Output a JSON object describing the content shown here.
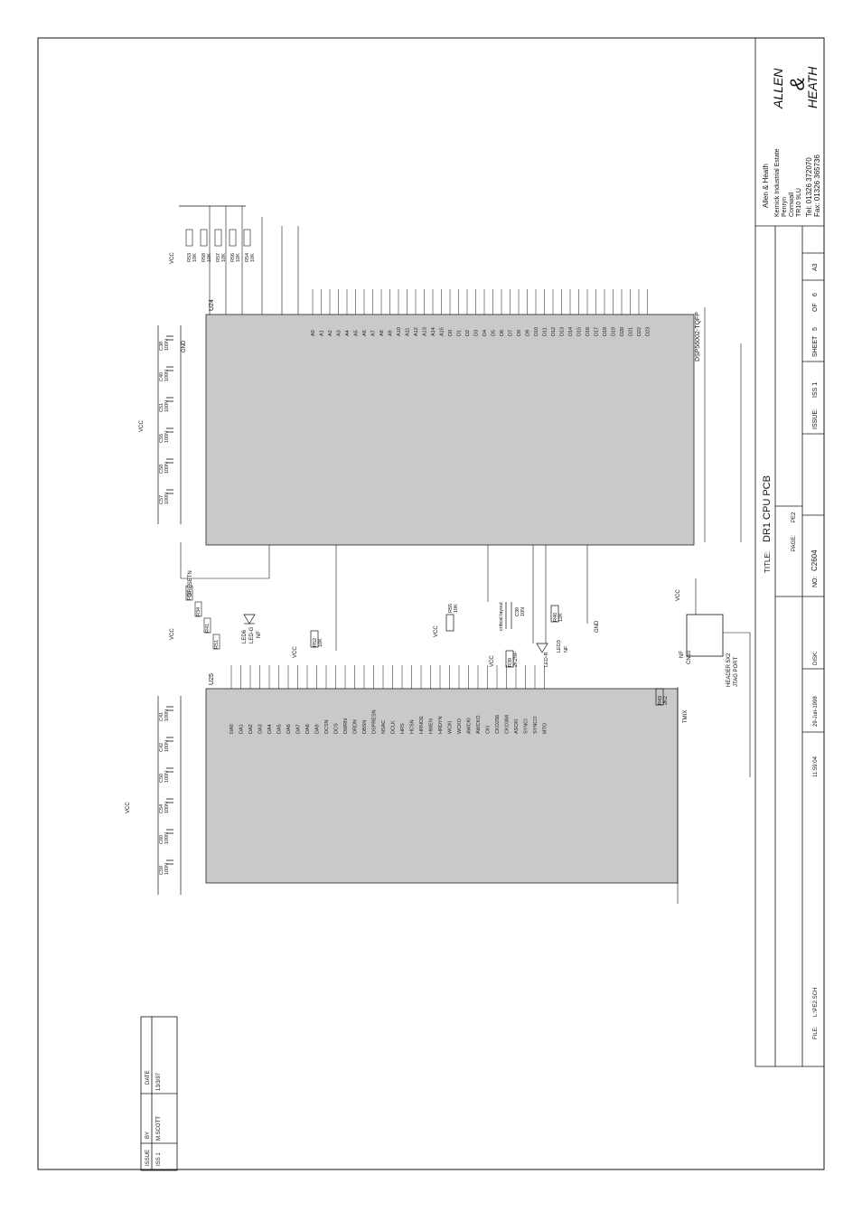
{
  "title_block": {
    "title_label": "TITLE:",
    "title": "DR1 CPU PCB",
    "page_label": "PAGE:",
    "page": "PE2",
    "no_label": "NO:",
    "no": "C2604",
    "issue_label": "ISSUE:",
    "issue": "ISS 1",
    "sheet_label": "SHEET",
    "sheet": "5",
    "of_label": "OF",
    "of": "6",
    "size": "A3",
    "disk_label": "DISK:",
    "date": "29-Jun-1998",
    "time": "11:59:04",
    "file_label": "FILE:",
    "file": "L:\\PE2.SCH",
    "company": "Allen & Heath",
    "address1": "Kernick Industrial Estate",
    "address2": "Penryn",
    "address3": "Cornwall",
    "address4": "TR10 9LU",
    "tel": "Tel: 01326 372070",
    "fax": "Fax: 01326 365736",
    "logo_line1": "ALLEN",
    "logo_amp": "&",
    "logo_line2": "HEATH"
  },
  "revision": {
    "issue_label": "ISSUE",
    "by_label": "BY",
    "date_label": "DATE",
    "issue": "ISS 1",
    "by": "M.SCOTT",
    "date": "13/3/97"
  },
  "components": {
    "u24": "U24",
    "u24_part": "DSP56002-TQFP",
    "u25": "U25",
    "cn10": "CN10",
    "cn10_part": "HEADER 5X2",
    "jtag": "JTAG PORT",
    "nf": "NF",
    "led6": "LED6",
    "led_g": "LED-G",
    "led3": "LED3",
    "led_r": "LED-R",
    "r55": "R55",
    "r55_val": "10K",
    "c39": "C39",
    "c39_val": "10N",
    "r39": "R39",
    "r39_val": "2K2NF",
    "r40": "R40",
    "r40_val": "12K",
    "r43": "R43",
    "r43_val": "2K2",
    "r52": "R52",
    "r52_val": "10K",
    "vcc": "VCC",
    "gnd": "GND",
    "dresetn": "DRESETN",
    "critical": "critical layout",
    "tmix": "TMIX"
  },
  "u24_pins": [
    "A0",
    "A1",
    "A2",
    "A3",
    "A4",
    "A5",
    "A6",
    "A7",
    "A8",
    "A9",
    "A10",
    "A11",
    "A12",
    "A13",
    "A14",
    "A15",
    "D0",
    "D1",
    "D2",
    "D3",
    "D4",
    "D5",
    "D6",
    "D7",
    "D8",
    "D9",
    "D10",
    "D11",
    "D12",
    "D13",
    "D14",
    "D15",
    "D16",
    "D17",
    "D18",
    "D19",
    "D20",
    "D21",
    "D22",
    "D23"
  ],
  "u25_pins": [
    "DA0",
    "DA1",
    "DA2",
    "DA3",
    "DA4",
    "DA5",
    "DA6",
    "DA7",
    "DA8",
    "DA9",
    "DCSN",
    "DCS",
    "DWRN",
    "DRDN",
    "DBSN",
    "DSPRESN",
    "NSAC",
    "DCLK",
    "HRS",
    "HCSN",
    "HRNOE",
    "HWEN",
    "HRDYN",
    "WCKI",
    "WCKO",
    "AWCKI",
    "AWCKO",
    "CKI",
    "CKO256",
    "CKO384",
    "ASCKI",
    "SYNCI",
    "SYNCO",
    "MTO"
  ],
  "resistors_top": [
    {
      "ref": "R53",
      "val": "10K"
    },
    {
      "ref": "R58",
      "val": "10K"
    },
    {
      "ref": "R57",
      "val": "10K"
    },
    {
      "ref": "R56",
      "val": "10K"
    },
    {
      "ref": "R54",
      "val": "10K"
    }
  ],
  "caps_top": [
    {
      "ref": "C38",
      "val": "100N"
    },
    {
      "ref": "C40",
      "val": "100N"
    },
    {
      "ref": "C51",
      "val": "100N"
    },
    {
      "ref": "C55",
      "val": "100N"
    },
    {
      "ref": "C58",
      "val": "100N"
    },
    {
      "ref": "C57",
      "val": "100N"
    }
  ],
  "caps_bottom": [
    {
      "ref": "C41",
      "val": "100N"
    },
    {
      "ref": "C42",
      "val": "100N"
    },
    {
      "ref": "C50",
      "val": "100N"
    },
    {
      "ref": "C54",
      "val": "100N"
    },
    {
      "ref": "C60",
      "val": "100N"
    },
    {
      "ref": "C59",
      "val": "100N"
    }
  ],
  "resistors_left": [
    {
      "ref": "R33",
      "val": "10K"
    },
    {
      "ref": "R34",
      "val": "10K"
    },
    {
      "ref": "R41",
      "val": "10K"
    },
    {
      "ref": "R51",
      "val": "2K2"
    }
  ]
}
